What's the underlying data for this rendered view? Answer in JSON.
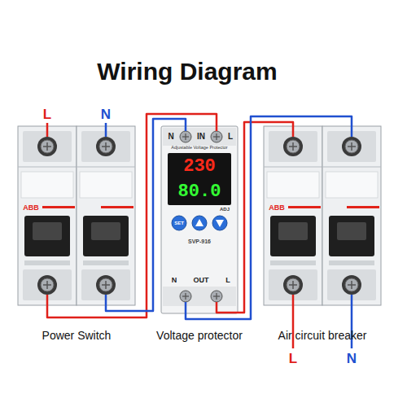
{
  "diagram": {
    "title": "Wiring Diagram",
    "nodes": [
      {
        "text": [
          "ABB",
          "Power Switch"
        ]
      },
      {
        "text": [
          "N",
          "IN",
          "L",
          "Adjustable Voltage Protector",
          "230",
          "80.0",
          "SET",
          "ADJ",
          "SVP-916",
          "N",
          "OUT",
          "L",
          "Voltage protector"
        ]
      },
      {
        "text": [
          "ABB",
          "Air circuit breaker"
        ]
      }
    ],
    "edges": [
      {
        "from": 0,
        "to": 1,
        "arrow": "none"
      },
      {
        "from": 0,
        "to": 1,
        "arrow": "none"
      },
      {
        "from": 1,
        "to": 2,
        "arrow": "none"
      },
      {
        "from": 1,
        "to": 2,
        "arrow": "none"
      }
    ],
    "labels": [
      "L",
      "N",
      "L",
      "N"
    ]
  }
}
